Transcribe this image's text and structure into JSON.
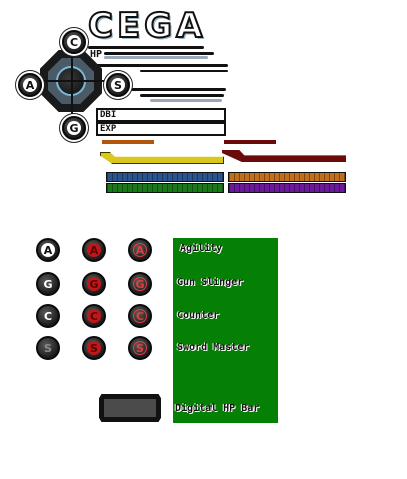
{
  "hud": {
    "title": "CEGA",
    "buttons": {
      "top": "C",
      "left": "A",
      "right": "S",
      "bottom": "G"
    },
    "bars": {
      "hp_label": "HP",
      "dbi_label": "DBI",
      "exp_label": "EXP"
    },
    "colors": {
      "yellow": "#d8c81c",
      "dark_red": "#6a0a0a",
      "orange_top": "#b1540c",
      "blue": "#29548c",
      "orange": "#c0701c",
      "green": "#1a7a1a",
      "purple": "#6a1a9a"
    }
  },
  "skills": [
    {
      "letter": "A",
      "label": "Agility"
    },
    {
      "letter": "G",
      "label": "Gun Slinger"
    },
    {
      "letter": "C",
      "label": "Counter"
    },
    {
      "letter": "S",
      "label": "Sword Master"
    }
  ],
  "hp_bar": {
    "label": "Digital HP Bar"
  },
  "panel_color": "#058005"
}
